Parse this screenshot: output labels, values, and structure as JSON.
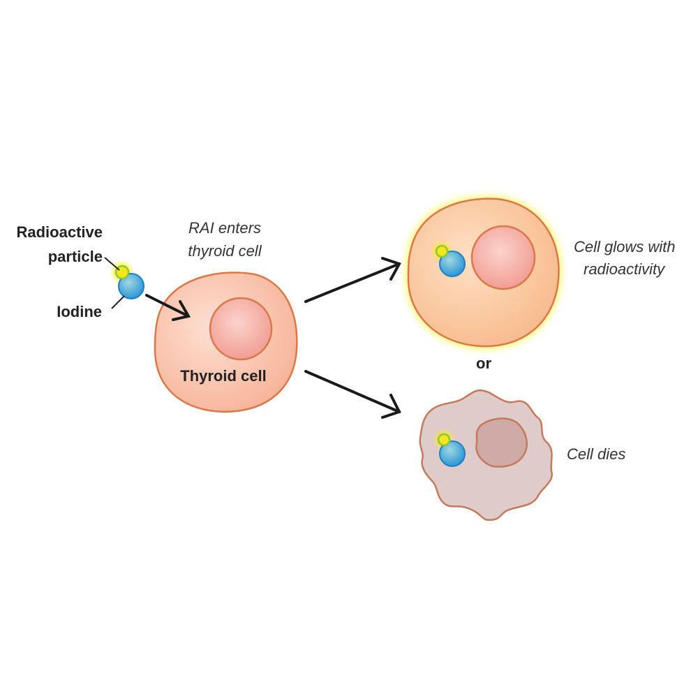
{
  "labels": {
    "radioactive_line1": "Radioactive",
    "radioactive_line2": "particle",
    "iodine": "Iodine",
    "rai_line1": "RAI enters",
    "rai_line2": "thyroid cell",
    "thyroid_cell": "Thyroid cell",
    "glows_line1": "Cell glows with",
    "glows_line2": "radioactivity",
    "or": "or",
    "dies": "Cell dies"
  },
  "colors": {
    "cell_fill": "#f8bfa6",
    "cell_stroke": "#d9794a",
    "nucleus_fill": "#f3a59b",
    "dead_cell_fill": "#e0cbcb",
    "dead_nucleus_fill": "#cfaaa7",
    "dead_stroke": "#c47a5a",
    "iodine": "#3fa7dc",
    "particle": "#f1e61a",
    "glow": "#fff200"
  }
}
